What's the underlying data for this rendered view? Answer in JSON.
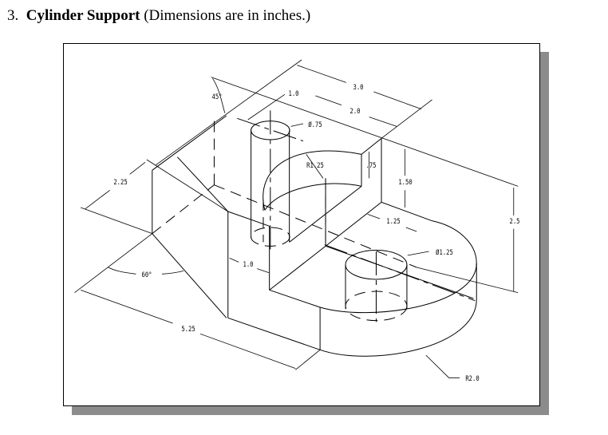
{
  "heading": {
    "number": "3.",
    "title": "Cylinder Support",
    "note": "(Dimensions are in inches.)"
  },
  "drawing": {
    "dimensions": {
      "overall_depth": "3.0",
      "upper_depth": "2.0",
      "pin_offset": "1.0",
      "pin_diameter": "Ø.75",
      "slot_radius": "R1.25",
      "slot_depth": ".75",
      "step_height": "1.50",
      "overall_height": "2.5",
      "hole_offset": "1.25",
      "hole_diameter": "Ø1.25",
      "left_width": "2.25",
      "angle_60": "60°",
      "wall_thickness": "1.0",
      "overall_length": "5.25",
      "base_radius": "R2.0",
      "angle_45": "45°"
    }
  }
}
